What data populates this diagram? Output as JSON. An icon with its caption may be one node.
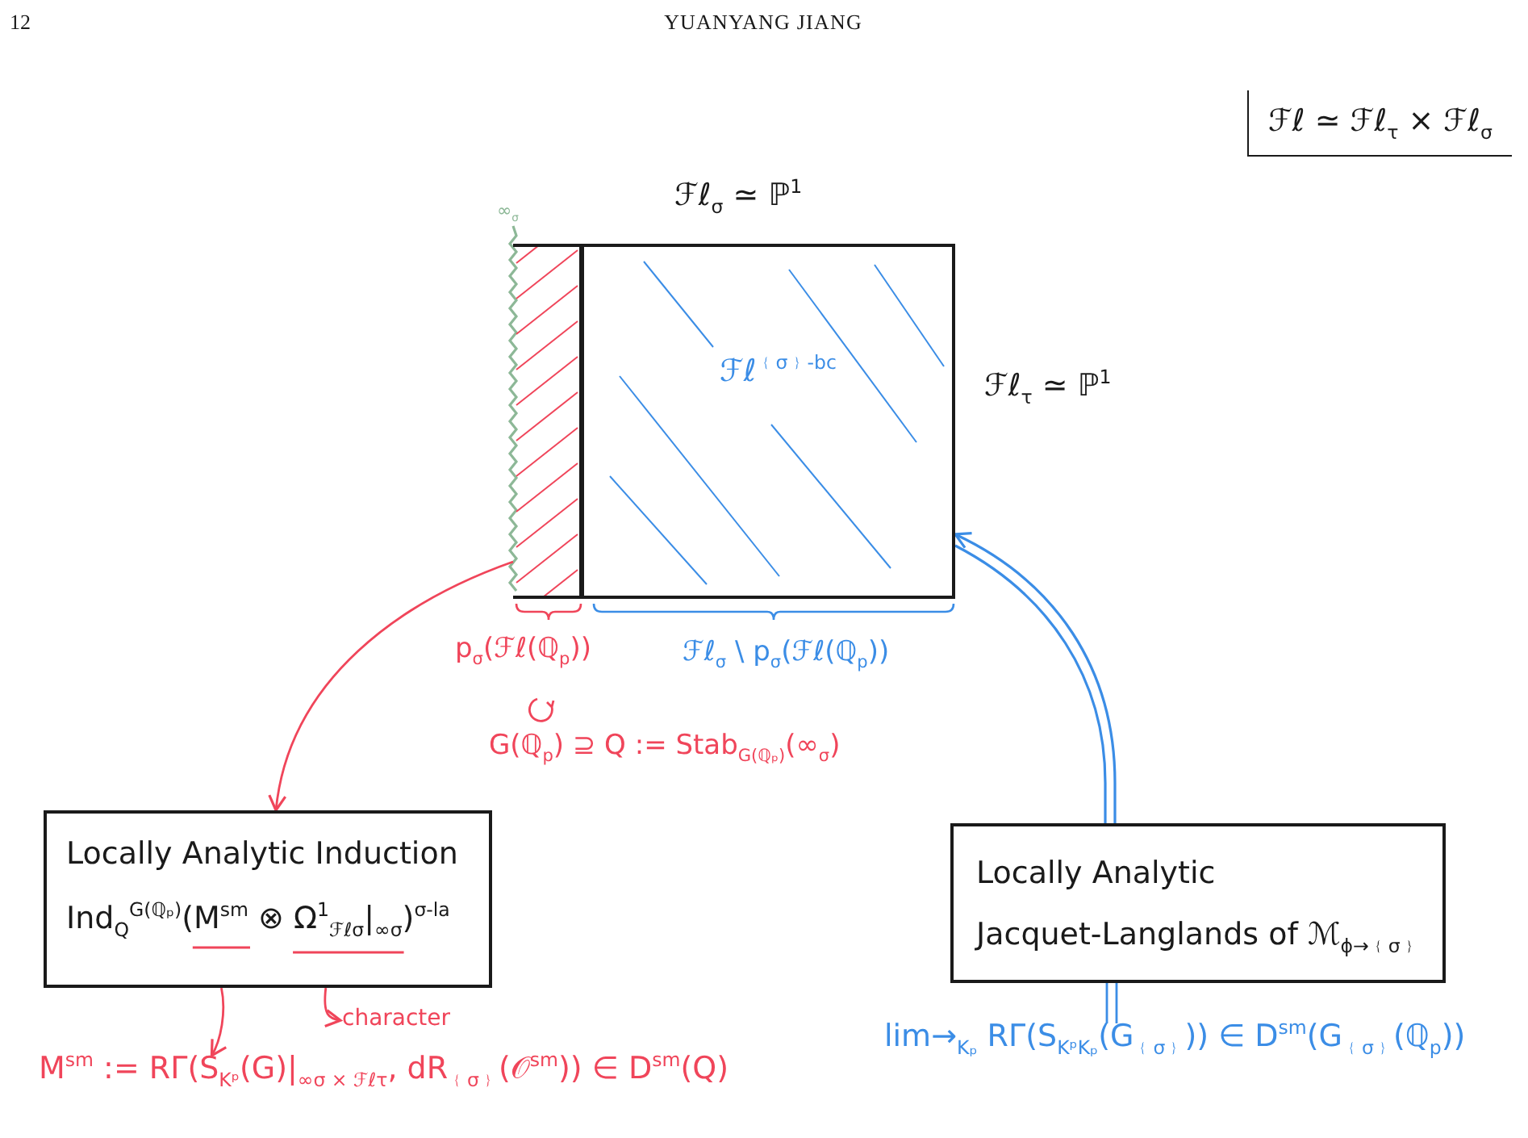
{
  "diagram": {
    "nodes": [
      {
        "text": [],
        "shape": "box",
        "beside": [
          "p$_{σ}$(ℱℓ(ℚ$_{p}$))"
        ]
      },
      {
        "text": [
          "ℱℓ$^{﹛σ﹜-bc}$"
        ],
        "beside": [
          "ℱℓ$_{σ}$ \\ p$_{σ}$(ℱℓ(ℚ$_{p}$))"
        ]
      },
      {
        "text": [
          "Locally Analytic Induction",
          "Ind$_{Q}$$^{G(ℚₚ)}$(M$^{sm}$ ⊗ Ω$^{1}$$_{ℱℓσ}$|$_{∞σ}$)$^{σ-la}$"
        ]
      },
      {
        "text": [
          "Locally Analytic Jacquet-Langlands of ℳ$_{ϕ→﹛σ﹜}$"
        ]
      },
      {
        "text": [
          "character"
        ]
      },
      {
        "text": [
          "M$^{sm}$ := RΓ(S$_{Kᵖ}$(G)|$_{∞σ × ℱℓτ}$, dR$_{﹛σ﹜}$(𝒪$^{sm}$)) ∈ D$^{sm}$(Q)"
        ]
      },
      {
        "text": [
          "lim→$_{Kₚ}$ RΓ(S$_{KᵖKₚ}$(G$_{﹛σ﹜}$)) ∈ D$^{sm}$(G$_{﹛σ﹜}$(ℚ$_{p}$))"
        ]
      }
    ],
    "edges": [
      {
        "from": 0,
        "to": 2,
        "arrow": "to",
        "color": "#f0455a"
      },
      {
        "from": 3,
        "to": 1,
        "arrow": "to",
        "color": "#3b8de6"
      },
      {
        "from": 2,
        "to": 5,
        "arrow": "to",
        "color": "#f0455a"
      },
      {
        "from": 2,
        "to": 4,
        "arrow": "to",
        "color": "#f0455a"
      },
      {
        "from": 3,
        "to": 6,
        "arrow": "none",
        "color": "#3b8de6"
      }
    ],
    "labels": [
      "12",
      "YUANYANG JIANG",
      "ℱℓ ≃ ℱℓ$_{τ}$ × ℱℓ$_{σ}$",
      "ℱℓ$_{σ}$ ≃ ℙ$^{1}$",
      "∞$_{σ}$",
      "ℱℓ$_{τ}$ ≃ ℙ$^{1}$",
      "G(ℚ$_{p}$) ⊇ Q := Stab$_{G(ℚₚ)}$(∞$_{σ}$)"
    ]
  }
}
